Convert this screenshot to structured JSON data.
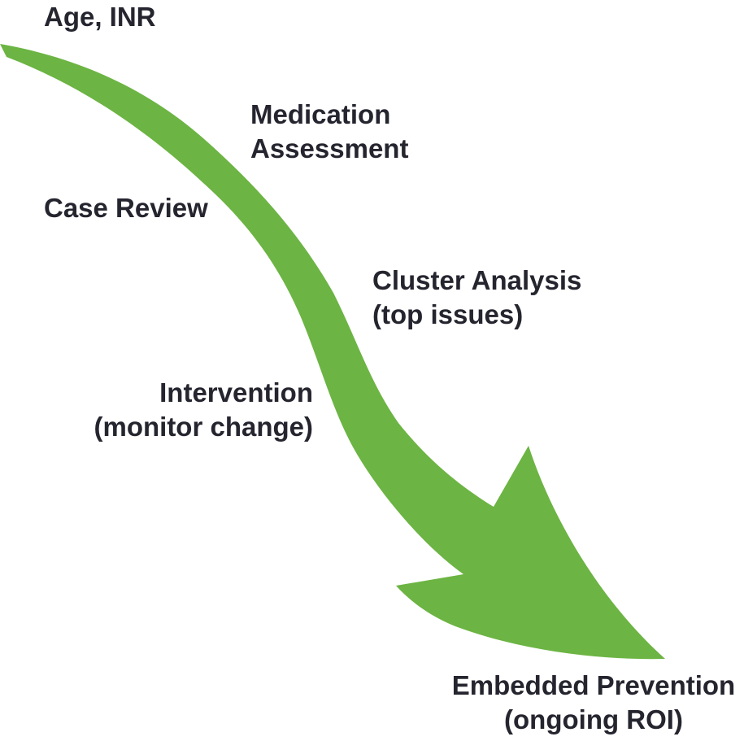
{
  "colors": {
    "arrow": "#6cb443",
    "text": "#25252f"
  },
  "steps": [
    {
      "lines": [
        "Age, INR"
      ]
    },
    {
      "lines": [
        "Medication",
        "Assessment"
      ]
    },
    {
      "lines": [
        "Case Review"
      ]
    },
    {
      "lines": [
        "Cluster Analysis",
        "(top issues)"
      ]
    },
    {
      "lines": [
        "Intervention",
        "(monitor change)"
      ]
    },
    {
      "lines": [
        "Embedded Prevention",
        "(ongoing ROI)"
      ]
    }
  ]
}
